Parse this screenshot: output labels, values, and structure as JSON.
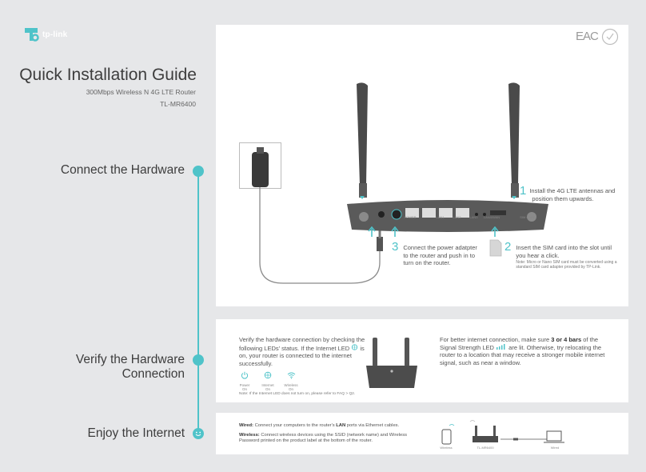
{
  "brand": {
    "name": "tp-link",
    "accent": "#4fc3c9"
  },
  "header": {
    "title": "Quick Installation Guide",
    "subtitle": "300Mbps Wireless N 4G LTE Router",
    "model": "TL-MR6400",
    "cert_mark": "EAC"
  },
  "steps": {
    "connect": {
      "label": "Connect the Hardware"
    },
    "verify": {
      "label_line1": "Verify the Hardware",
      "label_line2": "Connection"
    },
    "enjoy": {
      "label": "Enjoy the Internet"
    }
  },
  "connect_card": {
    "step1": {
      "number": "1",
      "text_line1": "Install the 4G LTE antennas and",
      "text_line2": "position them upwards."
    },
    "step2": {
      "number": "2",
      "text_line1": "Insert the SIM card into the slot until",
      "text_line2": "you hear a click.",
      "note_line1": "Note: Micro or Nano SIM card must be converted using a",
      "note_line2": "standard SIM card adapter provided by TP-Link."
    },
    "step3": {
      "number": "3",
      "text_line1": "Connect the power adatpter",
      "text_line2": "to the router and push in to",
      "text_line3": "turn on the router."
    },
    "ports": [
      "POWER",
      "",
      "LAN1",
      "LAN2",
      "LAN3",
      "LAN4/WAN",
      "",
      "SIM CARD"
    ]
  },
  "verify_card": {
    "text_line1": "Verify the hardware connection by checking the",
    "text_line2": "following LEDs' status. If the Internet LED",
    "text_line2b": "is",
    "text_line3": "on, your router is connected to the internet",
    "text_line4": "successfully.",
    "leds": [
      {
        "name": "Power",
        "state": "On",
        "icon": "power-icon"
      },
      {
        "name": "Internet",
        "state": "On",
        "icon": "globe-icon"
      },
      {
        "name": "Wireless",
        "state": "On",
        "icon": "wifi-icon"
      }
    ],
    "note": "Note: If the Internet LED does not turn on, please refer to FAQ > Q2.",
    "tip_pre": "For better internet connection, make sure ",
    "tip_bold": "3 or 4 bars",
    "tip_post": " of the",
    "tip_line2a": "Signal Strength LED",
    "tip_line2b": "are lit. Otherwise, try relocating the",
    "tip_line3": "router to a location that may receive a stronger mobile internet",
    "tip_line4": "signal, such as near a window."
  },
  "enjoy_card": {
    "wired_label": "Wired:",
    "wired_text_a": " Connect your computers to the router's ",
    "wired_bold": "LAN",
    "wired_text_b": " ports via Ethernet cables.",
    "wireless_label": "Wireless:",
    "wireless_text": " Connect wireless devices using the SSID (network name) and Wireless",
    "wireless_text2": "Password printed on the product label at the bottom of the router.",
    "diagram": {
      "left": "Wireless",
      "center": "TL-MR6400",
      "right": "Wired"
    }
  }
}
